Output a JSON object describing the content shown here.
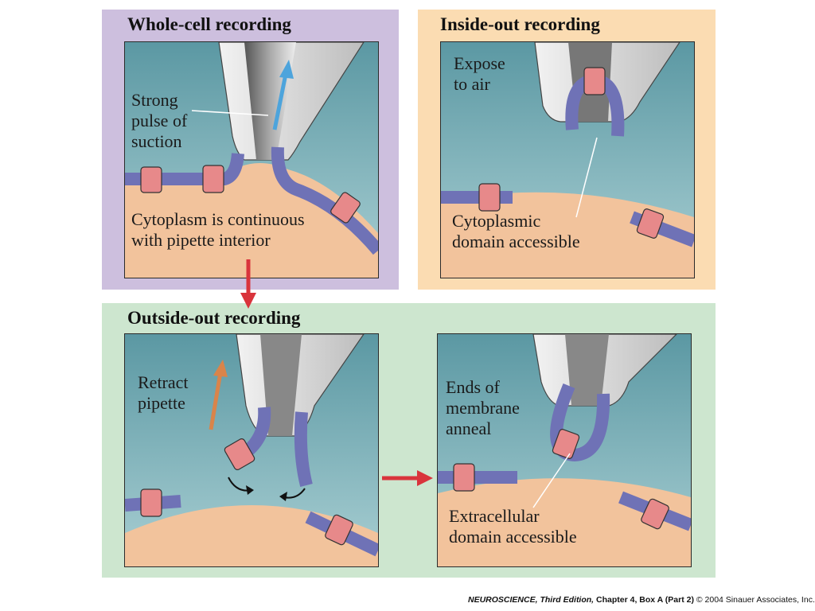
{
  "panels": {
    "whole_cell": {
      "title": "Whole-cell recording",
      "label_suction": [
        "Strong",
        "pulse of",
        "suction"
      ],
      "label_cytoplasm": [
        "Cytoplasm is continuous",
        "with pipette interior"
      ]
    },
    "inside_out": {
      "title": "Inside-out recording",
      "label_air": [
        "Expose",
        "to air"
      ],
      "label_domain": [
        "Cytoplasmic",
        "domain accessible"
      ]
    },
    "outside_out": {
      "title": "Outside-out recording",
      "label_retract": [
        "Retract",
        "pipette"
      ],
      "label_anneal": [
        "Ends of",
        "membrane",
        "anneal"
      ],
      "label_domain": [
        "Extracellular",
        "domain accessible"
      ]
    }
  },
  "footer": {
    "book": "NEUROSCIENCE",
    "edition": ", Third Edition,",
    "chapter": " Chapter 4, Box A (Part 2)",
    "copyright": "  © 2004 Sinauer Associates, Inc."
  },
  "colors": {
    "whole_cell_bg": "#cdbfde",
    "inside_out_bg": "#fbdcb2",
    "outside_out_bg": "#cde6cf",
    "fluid": "#6aa3ad",
    "cytoplasm": "#f2c39c",
    "membrane": "#6f72b6",
    "channel": "#e7898a",
    "arrow_red": "#d9343c",
    "arrow_blue": "#4da4dc",
    "arrow_orange": "#d9844a"
  }
}
